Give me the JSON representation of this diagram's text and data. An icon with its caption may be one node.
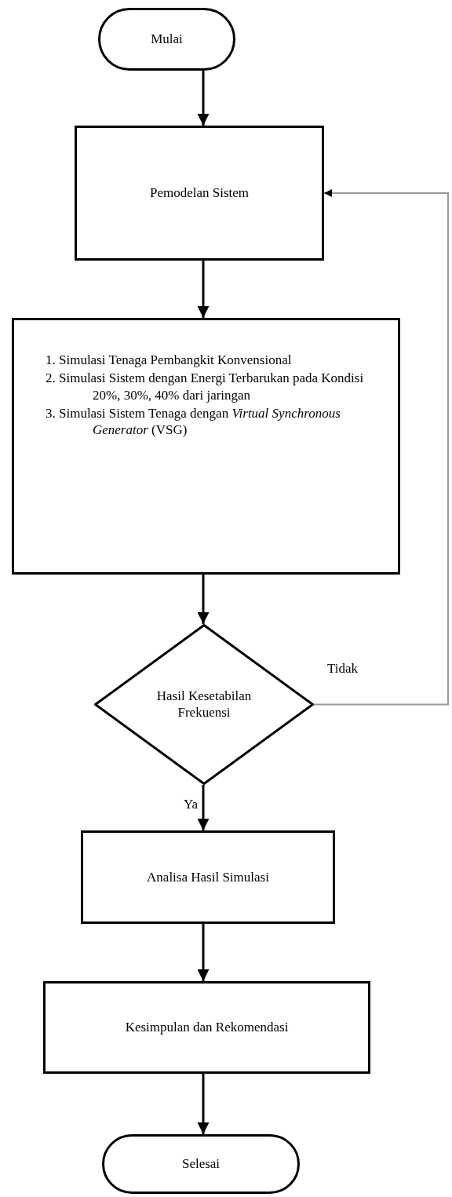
{
  "diagram": {
    "nodes": [
      {
        "text": [
          "Mulai"
        ]
      },
      {
        "text": [
          "Pemodelan Sistem"
        ]
      },
      {
        "text": [
          "1. Simulasi Tenaga Pembangkit Konvensional",
          "2. Simulasi Sistem dengan Energi Terbarukan pada Kondisi 20%, 30%, 40% dari jaringan",
          "3. Simulasi Sistem Tenaga dengan *Virtual Synchronous Generator* (VSG)"
        ]
      },
      {
        "text": [
          "Hasil Kesetabilan Frekuensi"
        ]
      },
      {
        "text": [
          "Analisa Hasil Simulasi"
        ]
      },
      {
        "text": [
          "Kesimpulan dan Rekomendasi"
        ]
      },
      {
        "text": [
          "Selesai"
        ]
      }
    ],
    "edges": [
      {
        "from": 0,
        "to": 1,
        "arrow": "to"
      },
      {
        "from": 1,
        "to": 2,
        "arrow": "to"
      },
      {
        "from": 2,
        "to": 3,
        "arrow": "to"
      },
      {
        "from": 3,
        "to": 4,
        "arrow": "to",
        "label": "Ya"
      },
      {
        "from": 3,
        "to": 1,
        "arrow": "to",
        "label": "Tidak",
        "color": "#9a9a9a"
      },
      {
        "from": 4,
        "to": 5,
        "arrow": "to"
      },
      {
        "from": 5,
        "to": 6,
        "arrow": "to"
      }
    ]
  }
}
